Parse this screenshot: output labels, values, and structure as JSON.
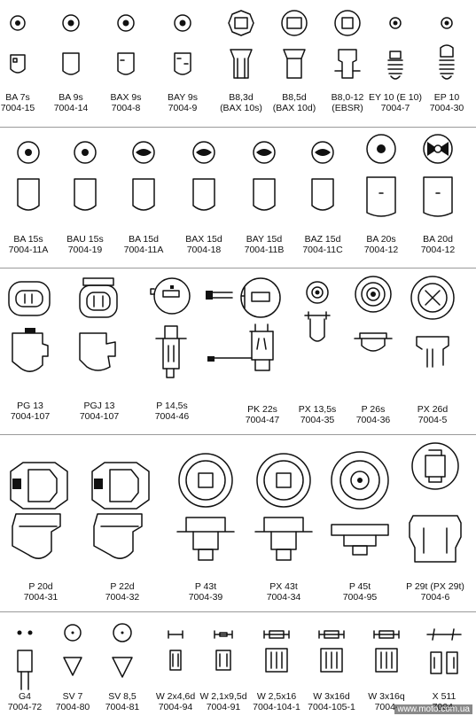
{
  "rows": [
    {
      "items": [
        {
          "name": "BA 7s",
          "code": "7004-15"
        },
        {
          "name": "BA 9s",
          "code": "7004-14"
        },
        {
          "name": "BAX 9s",
          "code": "7004-8"
        },
        {
          "name": "BAY 9s",
          "code": "7004-9"
        },
        {
          "name": "B8,3d",
          "code": "(BAX 10s)"
        },
        {
          "name": "B8,5d",
          "code": "(BAX 10d)"
        },
        {
          "name": "B8,0-12",
          "code": "(EBSR)"
        },
        {
          "name": "EY 10 (E 10)",
          "code": "7004-7"
        },
        {
          "name": "EP 10",
          "code": "7004-30"
        }
      ]
    },
    {
      "items": [
        {
          "name": "BA 15s",
          "code": "7004-11A"
        },
        {
          "name": "BAU 15s",
          "code": "7004-19"
        },
        {
          "name": "BA 15d",
          "code": "7004-11A"
        },
        {
          "name": "BAX 15d",
          "code": "7004-18"
        },
        {
          "name": "BAY 15d",
          "code": "7004-11B"
        },
        {
          "name": "BAZ 15d",
          "code": "7004-11C"
        },
        {
          "name": "BA 20s",
          "code": "7004-12"
        },
        {
          "name": "BA 20d",
          "code": "7004-12"
        }
      ]
    },
    {
      "items": [
        {
          "name": "PG 13",
          "code": "7004-107"
        },
        {
          "name": "PGJ 13",
          "code": "7004-107"
        },
        {
          "name": "P 14,5s",
          "code": "7004-46"
        },
        {
          "name": "PK 22s",
          "code": "7004-47"
        },
        {
          "name": "PX 13,5s",
          "code": "7004-35"
        },
        {
          "name": "P 26s",
          "code": "7004-36"
        },
        {
          "name": "PX 26d",
          "code": "7004-5"
        }
      ]
    },
    {
      "items": [
        {
          "name": "P 20d",
          "code": "7004-31"
        },
        {
          "name": "P 22d",
          "code": "7004-32"
        },
        {
          "name": "P 43t",
          "code": "7004-39"
        },
        {
          "name": "PX 43t",
          "code": "7004-34"
        },
        {
          "name": "P 45t",
          "code": "7004-95"
        },
        {
          "name": "P 29t (PX 29t)",
          "code": "7004-6"
        }
      ]
    },
    {
      "items": [
        {
          "name": "G4",
          "code": "7004-72"
        },
        {
          "name": "SV 7",
          "code": "7004-80"
        },
        {
          "name": "SV 8,5",
          "code": "7004-81"
        },
        {
          "name": "W 2x4,6d",
          "code": "7004-94"
        },
        {
          "name": "W 2,1x9,5d",
          "code": "7004-91"
        },
        {
          "name": "W 2,5x16",
          "code": "7004-104-1"
        },
        {
          "name": "W 3x16d",
          "code": "7004-105-1"
        },
        {
          "name": "W 3x16q",
          "code": "7004-"
        },
        {
          "name": "X 511",
          "code": "7004-"
        }
      ]
    }
  ],
  "watermark": "www.moto.com.ua"
}
